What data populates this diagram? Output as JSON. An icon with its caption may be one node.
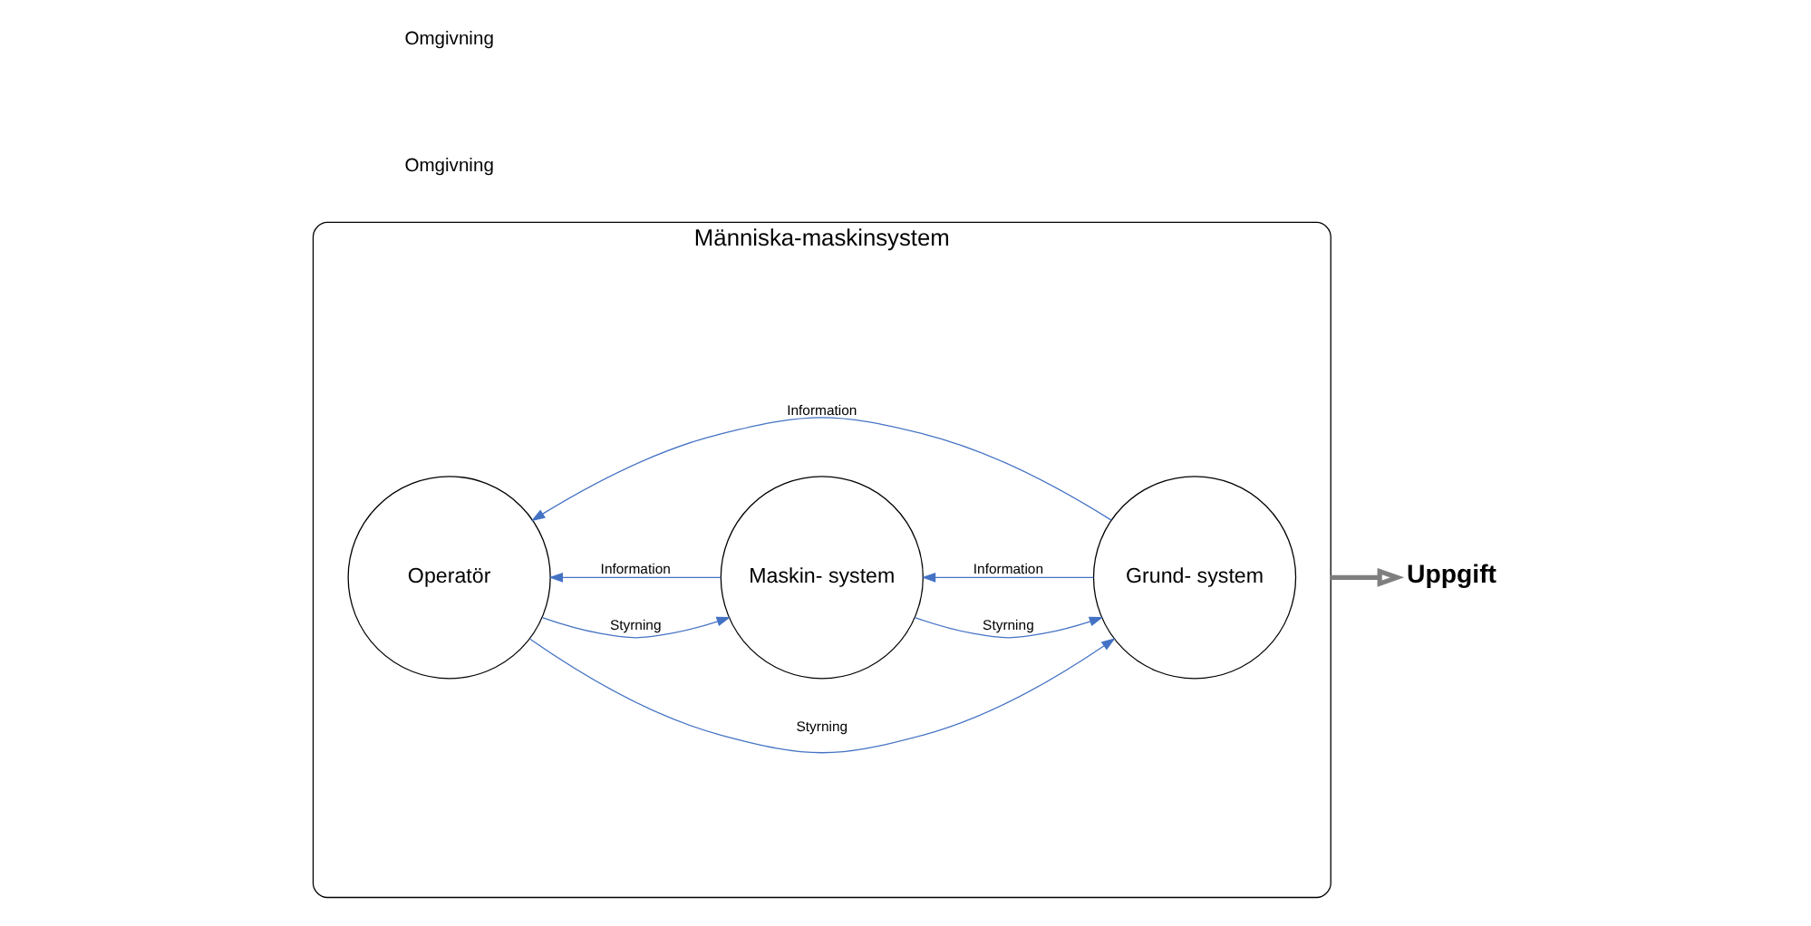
{
  "diagram": {
    "nodes": [
      {
        "text": [
          "Människa-maskinsystem"
        ]
      },
      {
        "text": [
          "Operatör"
        ],
        "in": 0
      },
      {
        "text": [
          "Maskin- system"
        ],
        "in": 0
      },
      {
        "text": [
          "Grund- system"
        ],
        "in": 0
      },
      {
        "text": [
          "Uppgift"
        ]
      }
    ],
    "edges": [
      {
        "from": 1,
        "to": 3,
        "arrow": "to",
        "label": "Styrning"
      },
      {
        "from": 1,
        "to": 2,
        "arrow": "to",
        "label": "Styrning"
      },
      {
        "from": 2,
        "to": 3,
        "arrow": "to",
        "label": "Styrning"
      },
      {
        "from": 2,
        "to": 1,
        "arrow": "to",
        "label": "Information"
      },
      {
        "from": 3,
        "to": 2,
        "arrow": "to",
        "label": "Information"
      },
      {
        "from": 3,
        "to": 1,
        "arrow": "to",
        "label": "Information"
      },
      {
        "from": 0,
        "to": 4,
        "arrow": "to",
        "style": "thick",
        "color": "#7f7f7f"
      }
    ],
    "labels": [
      "Omgivning",
      "Omgivning"
    ]
  }
}
